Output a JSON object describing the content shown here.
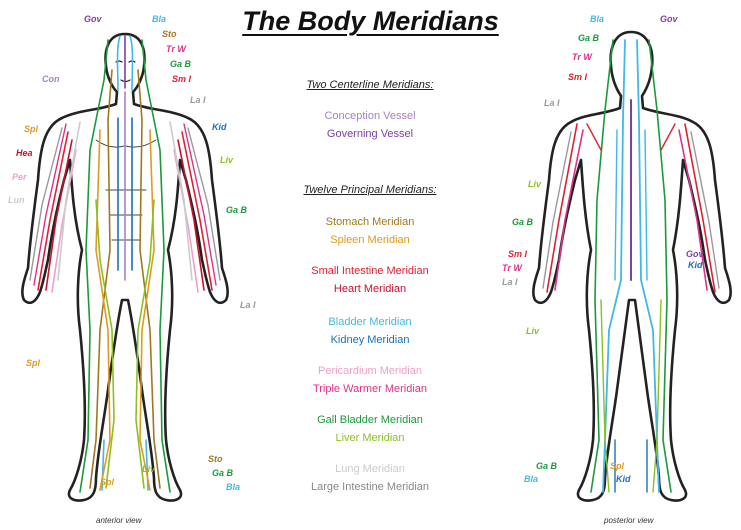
{
  "title": "The Body Meridians",
  "center": {
    "heading1": "Two Centerline Meridians:",
    "heading2": "Twelve Principal Meridians:",
    "meridians": [
      {
        "label": "Conception Vessel",
        "color": "#a880c8"
      },
      {
        "label": "Governing Vessel",
        "color": "#7b3fa6"
      },
      {
        "label": "Stomach Meridian",
        "color": "#a07820"
      },
      {
        "label": "Spleen Meridian",
        "color": "#e09a20"
      },
      {
        "label": "Small Intestine Meridian",
        "color": "#e02030"
      },
      {
        "label": "Heart Meridian",
        "color": "#c8102e"
      },
      {
        "label": "Bladder Meridian",
        "color": "#40b8e8"
      },
      {
        "label": "Kidney Meridian",
        "color": "#1a70c0"
      },
      {
        "label": "Pericardium Meridian",
        "color": "#f0a0c8"
      },
      {
        "label": "Triple Warmer Meridian",
        "color": "#e0308a"
      },
      {
        "label": "Gall Bladder Meridian",
        "color": "#1a9a3a"
      },
      {
        "label": "Liver Meridian",
        "color": "#8ac020"
      },
      {
        "label": "Lung Meridian",
        "color": "#cccccc"
      },
      {
        "label": "Large Intestine Meridian",
        "color": "#888888"
      }
    ]
  },
  "anterior": {
    "view_label": "anterior view",
    "labels": [
      {
        "text": "Gov",
        "color": "#7b3fa6"
      },
      {
        "text": "Bla",
        "color": "#40b8e8"
      },
      {
        "text": "Sto",
        "color": "#a07820"
      },
      {
        "text": "Tr W",
        "color": "#e0308a"
      },
      {
        "text": "Ga B",
        "color": "#1a9a3a"
      },
      {
        "text": "Sm I",
        "color": "#e02030"
      },
      {
        "text": "Con",
        "color": "#a880c8"
      },
      {
        "text": "La I",
        "color": "#999999"
      },
      {
        "text": "Spl",
        "color": "#e09a20"
      },
      {
        "text": "Kid",
        "color": "#1a70c0"
      },
      {
        "text": "Hea",
        "color": "#c8102e"
      },
      {
        "text": "Liv",
        "color": "#8ac020"
      },
      {
        "text": "Per",
        "color": "#f0a0c8"
      },
      {
        "text": "Lun",
        "color": "#cccccc"
      },
      {
        "text": "Ga B",
        "color": "#1a9a3a"
      },
      {
        "text": "La I",
        "color": "#999999"
      },
      {
        "text": "Spl",
        "color": "#e09a20"
      },
      {
        "text": "Liv",
        "color": "#8ac020"
      },
      {
        "text": "Sto",
        "color": "#a07820"
      },
      {
        "text": "Ga B",
        "color": "#1a9a3a"
      },
      {
        "text": "Bla",
        "color": "#40b8e8"
      },
      {
        "text": "Spl",
        "color": "#e09a20"
      }
    ]
  },
  "posterior": {
    "view_label": "posterior view",
    "labels": [
      {
        "text": "Bla",
        "color": "#40b8e8"
      },
      {
        "text": "Gov",
        "color": "#7b3fa6"
      },
      {
        "text": "Ga B",
        "color": "#1a9a3a"
      },
      {
        "text": "Tr W",
        "color": "#e0308a"
      },
      {
        "text": "Sm I",
        "color": "#e02030"
      },
      {
        "text": "La I",
        "color": "#999999"
      },
      {
        "text": "Liv",
        "color": "#8ac020"
      },
      {
        "text": "Ga B",
        "color": "#1a9a3a"
      },
      {
        "text": "Sm I",
        "color": "#e02030"
      },
      {
        "text": "Gov",
        "color": "#7b3fa6"
      },
      {
        "text": "Tr W",
        "color": "#e0308a"
      },
      {
        "text": "Kid",
        "color": "#1a70c0"
      },
      {
        "text": "La I",
        "color": "#999999"
      },
      {
        "text": "Liv",
        "color": "#8ac020"
      },
      {
        "text": "Ga B",
        "color": "#1a9a3a"
      },
      {
        "text": "Spl",
        "color": "#e09a20"
      },
      {
        "text": "Bla",
        "color": "#40b8e8"
      },
      {
        "text": "Kid",
        "color": "#1a70c0"
      }
    ]
  }
}
